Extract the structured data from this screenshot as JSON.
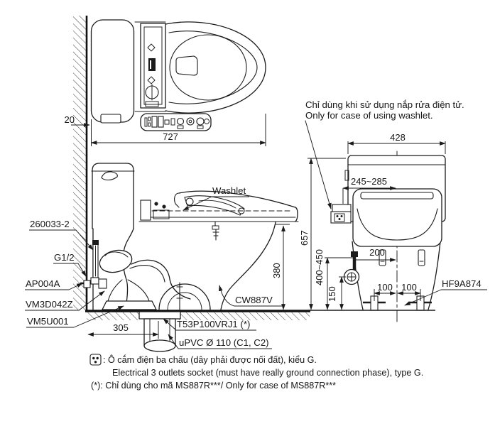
{
  "washlet_note": {
    "vi": "Chỉ dùng khi sử dụng nắp rửa điện tử.",
    "en": "Only for case of using washlet."
  },
  "top_view": {
    "dim_total_depth": "727",
    "dim_wall_clearance": "20"
  },
  "side_view": {
    "label_washlet": "Washlet",
    "label_supply_hose": "260033-2",
    "label_thread": "G1/2",
    "label_stop_valve": "AP004A",
    "label_fixing_flange": "VM3D042Z",
    "label_drain_socket": "VM5U001",
    "label_bowl_model": "CW887V",
    "label_socket_part": "T53P100VRJ1 (*)",
    "label_drain_pipe": "uPVC Ø 110 (C1, C2)",
    "dim_seat_height": "380",
    "dim_drain_offset": "305"
  },
  "rear_view": {
    "dim_width": "428",
    "dim_washlet_width": "245~285",
    "dim_total_height": "657",
    "dim_supply_height": "400~450",
    "dim_supply_offset": "200",
    "dim_valve_height": "150",
    "dim_bolt_pitch_left": "100",
    "dim_bolt_pitch_right": "100",
    "label_bolt_cap": "HF9A874"
  },
  "notes": {
    "socket_icon": "three-prong-socket",
    "socket_line_vi": ": Ô cắm điện ba chấu (dây phải được nối đất), kiểu G.",
    "socket_line_en": "Electrical 3 outlets socket (must have really ground connection phase), type G.",
    "asterisk_line": "(*): Chỉ dùng cho mã MS887R***/ Only for case of MS887R***"
  },
  "colors": {
    "line": "#1b1b1b",
    "background": "#ffffff"
  }
}
